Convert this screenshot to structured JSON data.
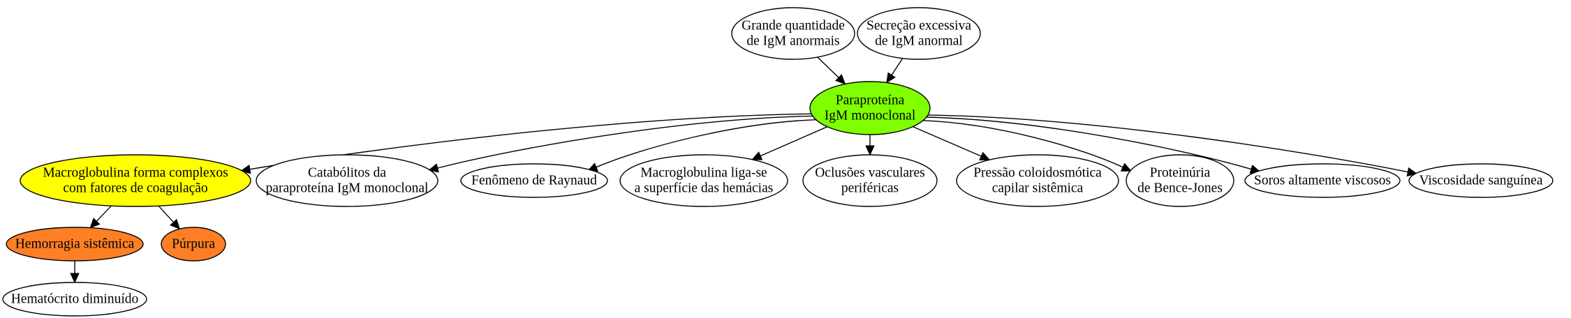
{
  "nodes": {
    "grande": {
      "lines": [
        "Grande quantidade",
        "de IgM anormais"
      ],
      "fill": "#ffffff"
    },
    "secrecao": {
      "lines": [
        "Secreção excessiva",
        "de IgM anormal"
      ],
      "fill": "#ffffff"
    },
    "paraproteina": {
      "lines": [
        "Paraproteína",
        "IgM monoclonal"
      ],
      "fill": "#7fff00"
    },
    "macro_complexos": {
      "lines": [
        "Macroglobulina forma complexos",
        "com fatores de coagulação"
      ],
      "fill": "#ffff00"
    },
    "catabolitos": {
      "lines": [
        "Catabólitos da",
        "paraproteína IgM monoclonal"
      ],
      "fill": "#ffffff"
    },
    "raynaud": {
      "lines": [
        "Fenômeno de Raynaud"
      ],
      "fill": "#ffffff"
    },
    "macro_liga": {
      "lines": [
        "Macroglobulina liga-se",
        "a superfície das hemácias"
      ],
      "fill": "#ffffff"
    },
    "oclusoes": {
      "lines": [
        "Oclusões vasculares",
        "periféricas"
      ],
      "fill": "#ffffff"
    },
    "pressao": {
      "lines": [
        "Pressão coloidosmótica",
        "capilar sistêmica"
      ],
      "fill": "#ffffff"
    },
    "proteinuria": {
      "lines": [
        "Proteinúria",
        "de Bence-Jones"
      ],
      "fill": "#ffffff"
    },
    "soros": {
      "lines": [
        "Soros altamente viscosos"
      ],
      "fill": "#ffffff"
    },
    "viscosidade": {
      "lines": [
        "Viscosidade sanguínea"
      ],
      "fill": "#ffffff"
    },
    "hemorragia": {
      "lines": [
        "Hemorragia sistêmica"
      ],
      "fill": "#ff7f24"
    },
    "purpura": {
      "lines": [
        "Púrpura"
      ],
      "fill": "#ff7f24"
    },
    "hematocrito": {
      "lines": [
        "Hematócrito diminuído"
      ],
      "fill": "#ffffff"
    }
  },
  "edges": [
    {
      "from": "grande",
      "to": "paraproteina"
    },
    {
      "from": "secrecao",
      "to": "paraproteina"
    },
    {
      "from": "paraproteina",
      "to": "macro_complexos"
    },
    {
      "from": "paraproteina",
      "to": "catabolitos"
    },
    {
      "from": "paraproteina",
      "to": "raynaud"
    },
    {
      "from": "paraproteina",
      "to": "macro_liga"
    },
    {
      "from": "paraproteina",
      "to": "oclusoes"
    },
    {
      "from": "paraproteina",
      "to": "pressao"
    },
    {
      "from": "paraproteina",
      "to": "proteinuria"
    },
    {
      "from": "paraproteina",
      "to": "soros"
    },
    {
      "from": "paraproteina",
      "to": "viscosidade"
    },
    {
      "from": "macro_complexos",
      "to": "hemorragia"
    },
    {
      "from": "macro_complexos",
      "to": "purpura"
    },
    {
      "from": "hemorragia",
      "to": "hematocrito"
    }
  ]
}
